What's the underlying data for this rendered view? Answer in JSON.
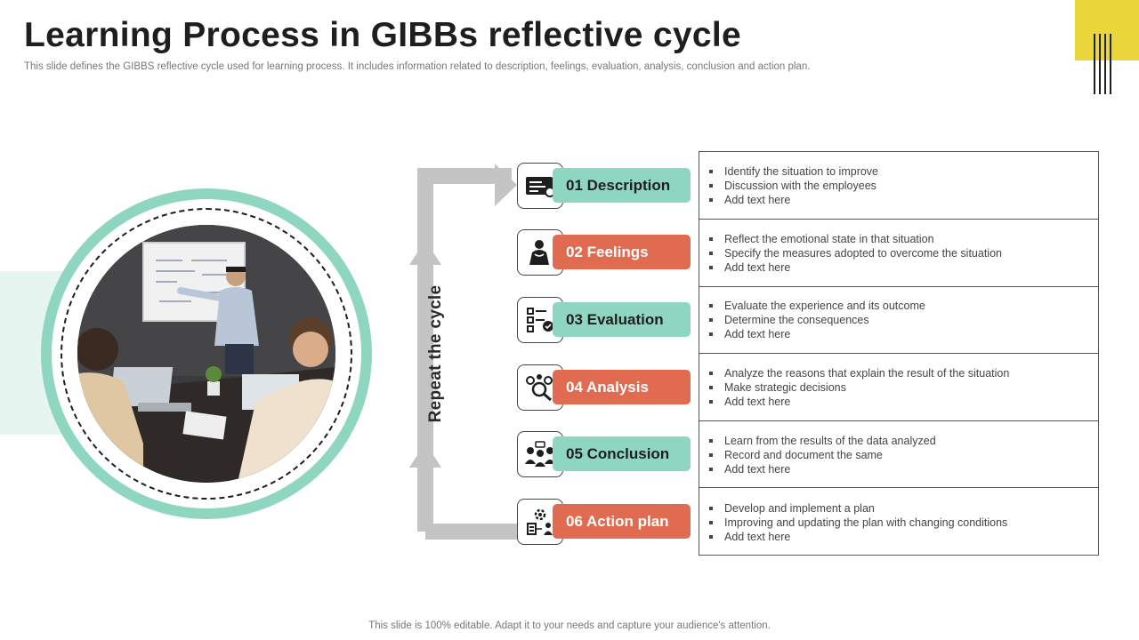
{
  "header": {
    "title": "Learning Process in GIBBs reflective cycle",
    "subtitle": "This slide defines the GIBBS reflective cycle used for learning process. It includes information related to description, feelings, evaluation, analysis, conclusion and action plan."
  },
  "cycle_label": "Repeat the cycle",
  "steps": [
    {
      "label": "01 Description",
      "icon": "document-card-icon",
      "color": "#8fd6c1",
      "points": [
        "Identify the situation to improve",
        "Discussion with the employees",
        "Add text here"
      ]
    },
    {
      "label": "02 Feelings",
      "icon": "thinking-person-icon",
      "color": "#e06b50",
      "points": [
        "Reflect the emotional state in that situation",
        "Specify the measures adopted to overcome  the situation",
        "Add text here"
      ]
    },
    {
      "label": "03 Evaluation",
      "icon": "checklist-icon",
      "color": "#8fd6c1",
      "points": [
        "Evaluate  the experience  and its outcome",
        "Determine  the consequences",
        "Add text here"
      ]
    },
    {
      "label": "04 Analysis",
      "icon": "magnifier-analysis-icon",
      "color": "#e06b50",
      "points": [
        "Analyze the reasons that explain the result of the situation",
        "Make strategic decisions",
        "Add text here"
      ]
    },
    {
      "label": "05 Conclusion",
      "icon": "team-discussion-icon",
      "color": "#8fd6c1",
      "points": [
        "Learn from the results of the data analyzed",
        "Record  and document the same",
        "Add text here"
      ]
    },
    {
      "label": "06 Action plan",
      "icon": "action-plan-icon",
      "color": "#e06b50",
      "points": [
        "Develop  and implement a plan",
        "Improving  and updating the plan with changing conditions",
        "Add text here"
      ]
    }
  ],
  "footer": "This slide is 100% editable. Adapt it to your needs and capture your audience's attention.",
  "colors": {
    "mint": "#8fd6c1",
    "coral": "#e06b50",
    "accent_yellow": "#e8d63b",
    "arrow_gray": "#c4c4c4"
  }
}
